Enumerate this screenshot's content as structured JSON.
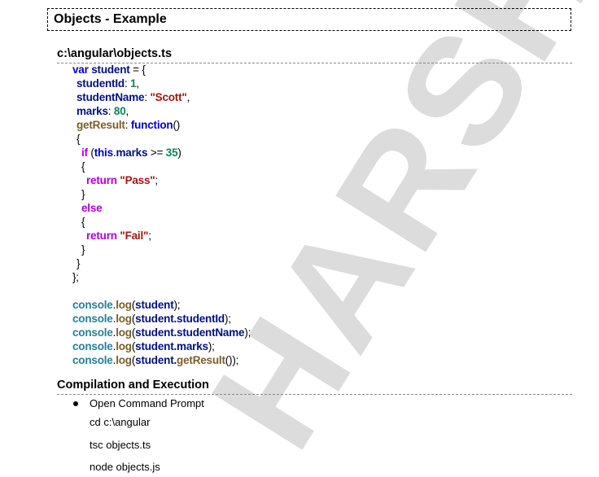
{
  "doc": {
    "title": "Objects - Example",
    "file_heading": "c:\\angular\\objects.ts",
    "watermark": "HARSHA"
  },
  "code": {
    "line1": {
      "kw": "var",
      "name": " student",
      "rest": " = {"
    },
    "line2": {
      "prop": "studentId",
      "colon": ": ",
      "val": "1",
      "end": ","
    },
    "line3": {
      "prop": "studentName",
      "colon": ": ",
      "val": "\"Scott\"",
      "end": ","
    },
    "line4": {
      "prop": "marks",
      "colon": ": ",
      "val": "80",
      "end": ","
    },
    "line5": {
      "prop": "getResult",
      "colon": ": ",
      "kw": "function",
      "end": "()"
    },
    "line6": "{",
    "line7": {
      "kw": "if",
      "open": " (",
      "this": "this",
      "dot": ".",
      "prop": "marks",
      "op": " >= ",
      "num": "35",
      "close": ")"
    },
    "line8": "{",
    "line9": {
      "kw": "return",
      "str": " \"Pass\"",
      "end": ";"
    },
    "line10": "}",
    "line11": {
      "kw": "else"
    },
    "line12": "{",
    "line13": {
      "kw": "return",
      "str": " \"Fail\"",
      "end": ";"
    },
    "line14": "}",
    "line15": "}",
    "line16": "};",
    "console": [
      {
        "obj": "console",
        "dot": ".",
        "fn": "log",
        "open": "(",
        "arg": "student",
        "close": ");"
      },
      {
        "obj": "console",
        "dot": ".",
        "fn": "log",
        "open": "(",
        "arg": "student.studentId",
        "close": ");"
      },
      {
        "obj": "console",
        "dot": ".",
        "fn": "log",
        "open": "(",
        "arg": "student.studentName",
        "close": ");"
      },
      {
        "obj": "console",
        "dot": ".",
        "fn": "log",
        "open": "(",
        "arg": "student.marks",
        "close": ");"
      },
      {
        "obj": "console",
        "dot": ".",
        "fn": "log",
        "open": "(",
        "arg": "student.",
        "fn2": "getResult",
        "close": "());"
      }
    ]
  },
  "compilation": {
    "heading": "Compilation and Execution",
    "bullet": "Open Command Prompt",
    "commands": [
      "cd  c:\\angular",
      "tsc  objects.ts",
      "node  objects.js"
    ]
  }
}
